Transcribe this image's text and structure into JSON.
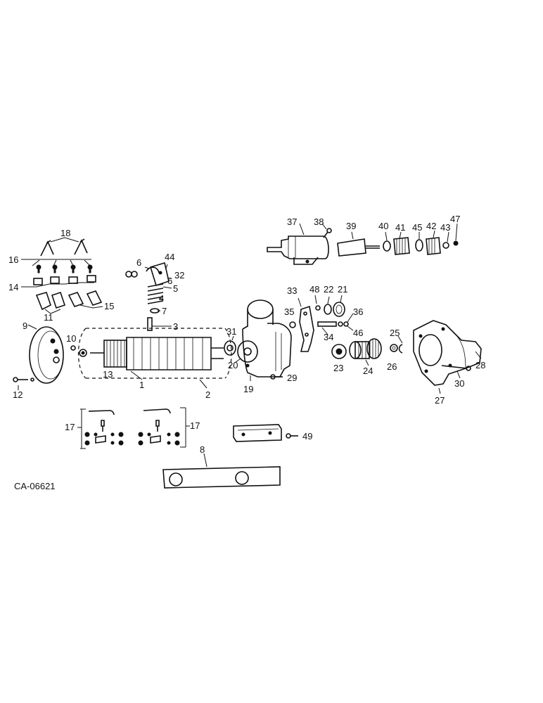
{
  "diagram": {
    "code": "CA-06621",
    "callouts": {
      "c1": "1",
      "c2": "2",
      "c3": "3",
      "c4": "4",
      "c5": "5",
      "c6a": "6",
      "c6b": "6",
      "c7": "7",
      "c8": "8",
      "c9": "9",
      "c10": "10",
      "c11": "11",
      "c12": "12",
      "c13": "13",
      "c14": "14",
      "c15": "15",
      "c16": "16",
      "c17a": "17",
      "c17b": "17",
      "c18": "18",
      "c19": "19",
      "c20": "20",
      "c21": "21",
      "c22": "22",
      "c23": "23",
      "c24": "24",
      "c25": "25",
      "c26": "26",
      "c27": "27",
      "c28": "28",
      "c29": "29",
      "c30": "30",
      "c31": "31",
      "c32": "32",
      "c33": "33",
      "c34": "34",
      "c35": "35",
      "c36": "36",
      "c37": "37",
      "c38": "38",
      "c39": "39",
      "c40": "40",
      "c41": "41",
      "c42": "42",
      "c43": "43",
      "c44": "44",
      "c45": "45",
      "c46": "46",
      "c47": "47",
      "c48": "48",
      "c49": "49"
    }
  }
}
